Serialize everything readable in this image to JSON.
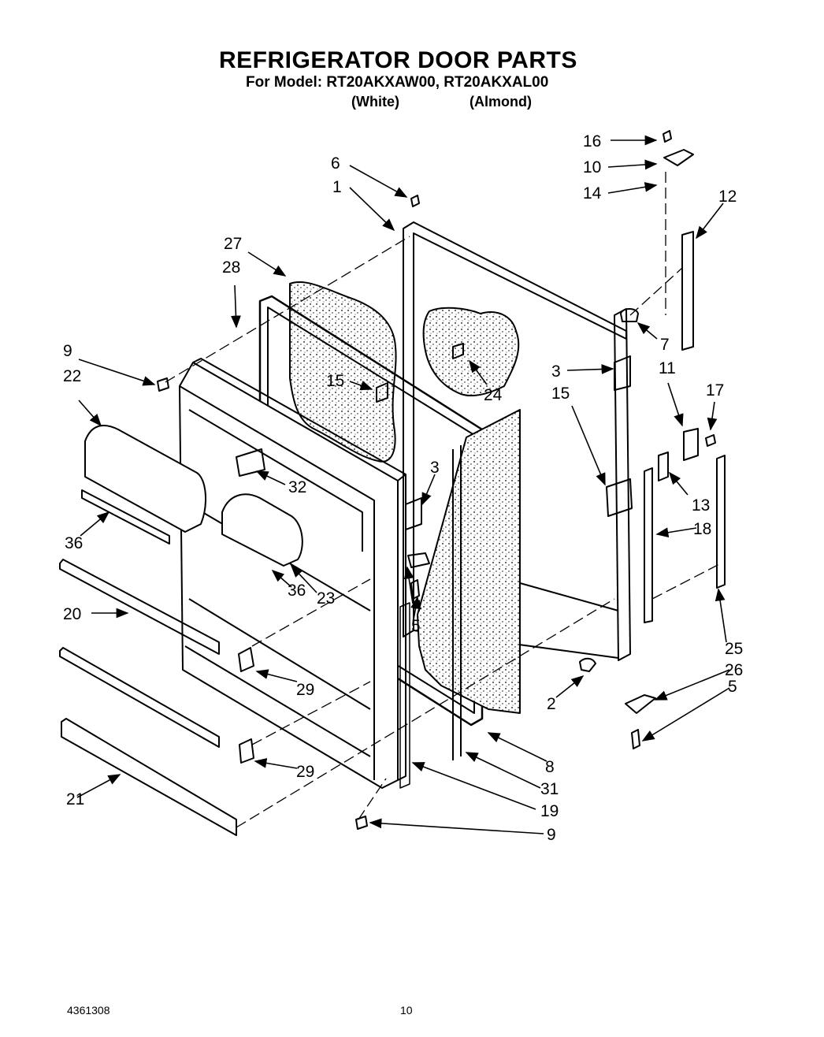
{
  "header": {
    "title": "REFRIGERATOR DOOR PARTS",
    "model_prefix": "For Model:",
    "models": "RT20AKXAW00, RT20AKXAL00",
    "variant_white": "(White)",
    "variant_almond": "(Almond)"
  },
  "callouts": [
    "16",
    "10",
    "14",
    "12",
    "6",
    "1",
    "27",
    "28",
    "7",
    "3",
    "9",
    "22",
    "15",
    "24",
    "11",
    "17",
    "15",
    "3",
    "13",
    "18",
    "32",
    "36",
    "4",
    "5",
    "23",
    "36",
    "20",
    "25",
    "26",
    "5",
    "29",
    "2",
    "8",
    "29",
    "31",
    "21",
    "19",
    "9"
  ],
  "footer": {
    "doc_number": "4361308",
    "page_number": "10"
  }
}
